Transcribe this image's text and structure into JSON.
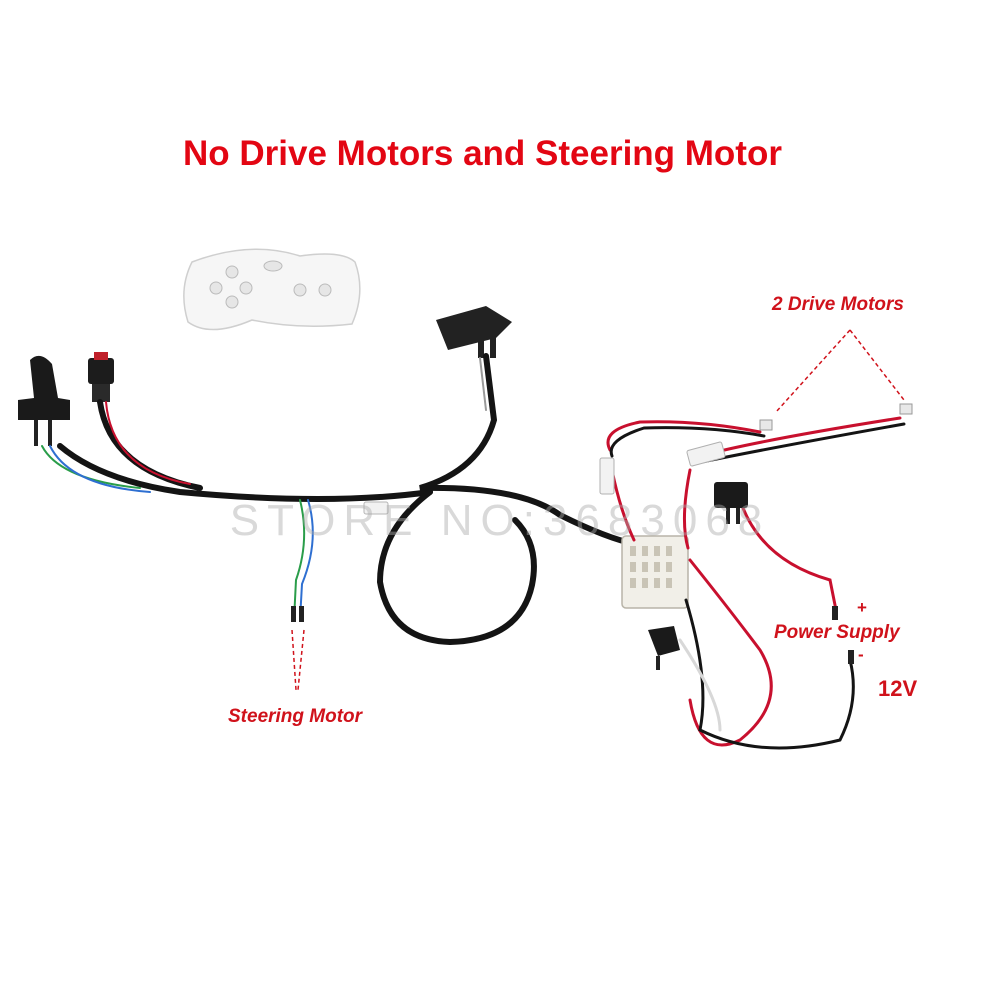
{
  "title": "No Drive Motors and Steering Motor",
  "watermark": "STORE NO:3683068",
  "labels": {
    "drive_motors": "2 Drive Motors",
    "steering_motor": "Steering Motor",
    "power_supply": "Power Supply",
    "plus": "+",
    "minus": "-",
    "voltage": "12V"
  },
  "colors": {
    "label_red": "#d0121b",
    "title_red": "#e30613",
    "wire_black": "#141414",
    "wire_red": "#c8102e"
  }
}
